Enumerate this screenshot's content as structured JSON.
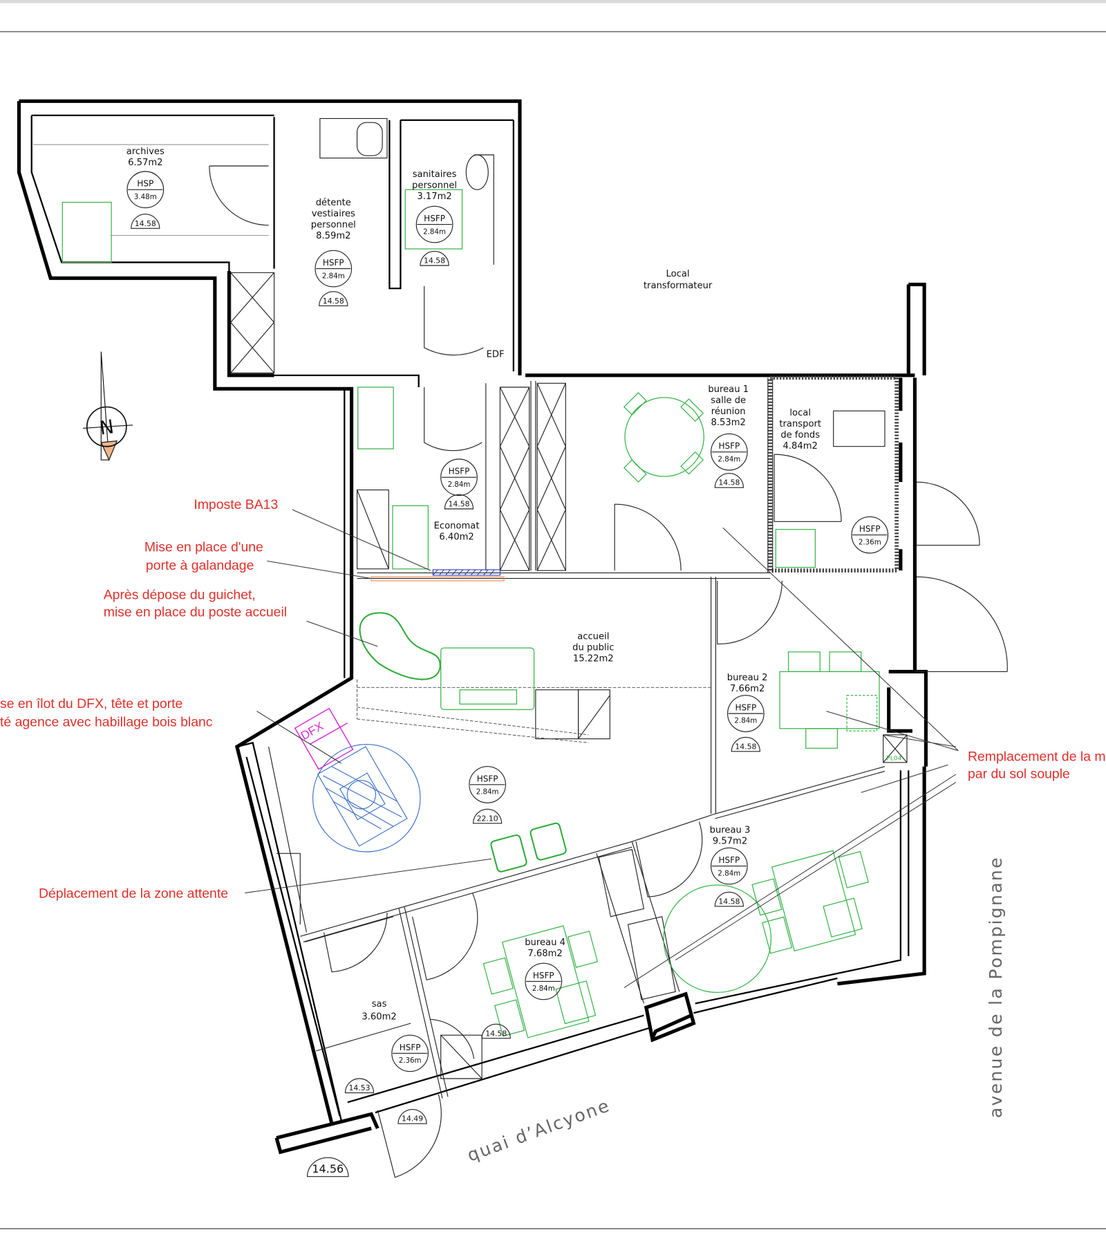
{
  "rooms": [
    {
      "id": "archives",
      "lines": [
        "archives",
        "6.57m2"
      ],
      "ceiling_label": "HSP",
      "height": "3.48m",
      "level": "14.58"
    },
    {
      "id": "detente",
      "lines": [
        "détente",
        "vestiaires",
        "personnel",
        "8.59m2"
      ],
      "ceiling_label": "HSFP",
      "height": "2.84m",
      "level": "14.58"
    },
    {
      "id": "sanitaires",
      "lines": [
        "sanitaires",
        "personnel",
        "3.17m2"
      ],
      "ceiling_label": "HSFP",
      "height": "2.84m",
      "level": "14.58"
    },
    {
      "id": "economat",
      "lines": [
        "Economat",
        "6.40m2"
      ],
      "ceiling_label": "HSFP",
      "height": "2.84m",
      "level": "14.58"
    },
    {
      "id": "bureau1",
      "lines": [
        "bureau  1",
        "salle  de",
        "réunion",
        "8.53m2"
      ],
      "ceiling_label": "HSFP",
      "height": "2.84m",
      "level": "14.58"
    },
    {
      "id": "local-transport",
      "lines": [
        "local",
        "transport",
        "de  fonds",
        "4.84m2"
      ],
      "ceiling_label": "HSFP",
      "height": "2.36m"
    },
    {
      "id": "accueil",
      "lines": [
        "accueil",
        "du  public",
        "15.22m2"
      ],
      "ceiling_label": "HSFP",
      "height": "2.84m",
      "level": "22.10"
    },
    {
      "id": "bureau2",
      "lines": [
        "bureau  2",
        "7.66m2"
      ],
      "ceiling_label": "HSFP",
      "height": "2.84m",
      "level": "14.58"
    },
    {
      "id": "bureau3",
      "lines": [
        "bureau  3",
        "9.57m2"
      ],
      "ceiling_label": "HSFP",
      "height": "2.84m",
      "level": "14.58"
    },
    {
      "id": "bureau4",
      "lines": [
        "bureau  4",
        "7.68m2"
      ],
      "ceiling_label": "HSFP",
      "height": "2.84m",
      "level": "14.58"
    },
    {
      "id": "sas",
      "lines": [
        "sas",
        "3.60m2"
      ],
      "ceiling_label": "HSFP",
      "height": "2.36m",
      "level": "14.53"
    }
  ],
  "extra_levels": [
    "14.49",
    "14.56"
  ],
  "labels": {
    "local_transformateur": [
      "Local",
      "transformateur"
    ],
    "edf": "EDF",
    "dfx": "DFX",
    "pl04": "PL04"
  },
  "annotations": {
    "imposte": [
      "Imposte BA13"
    ],
    "galandage": [
      "Mise en place d'une",
      "porte à galandage"
    ],
    "guichet": [
      "Après dépose du guichet,",
      "mise en place du poste accueil"
    ],
    "dfx": [
      "se en îlot du DFX, tête et porte",
      "té agence avec habillage bois blanc"
    ],
    "attente": [
      "Déplacement de la zone attente"
    ],
    "sol": [
      "Remplacement de la m",
      "par du sol souple"
    ]
  },
  "streets": {
    "quai": "quai  d’Alcyone",
    "avenue": "avenue  de  la  Pompignane"
  },
  "north_label": "N",
  "colors": {
    "annotation": "#e0302a",
    "furniture": "#39b54a",
    "accessibility": "#3a6fc4",
    "dfx": "#d52fd5"
  }
}
